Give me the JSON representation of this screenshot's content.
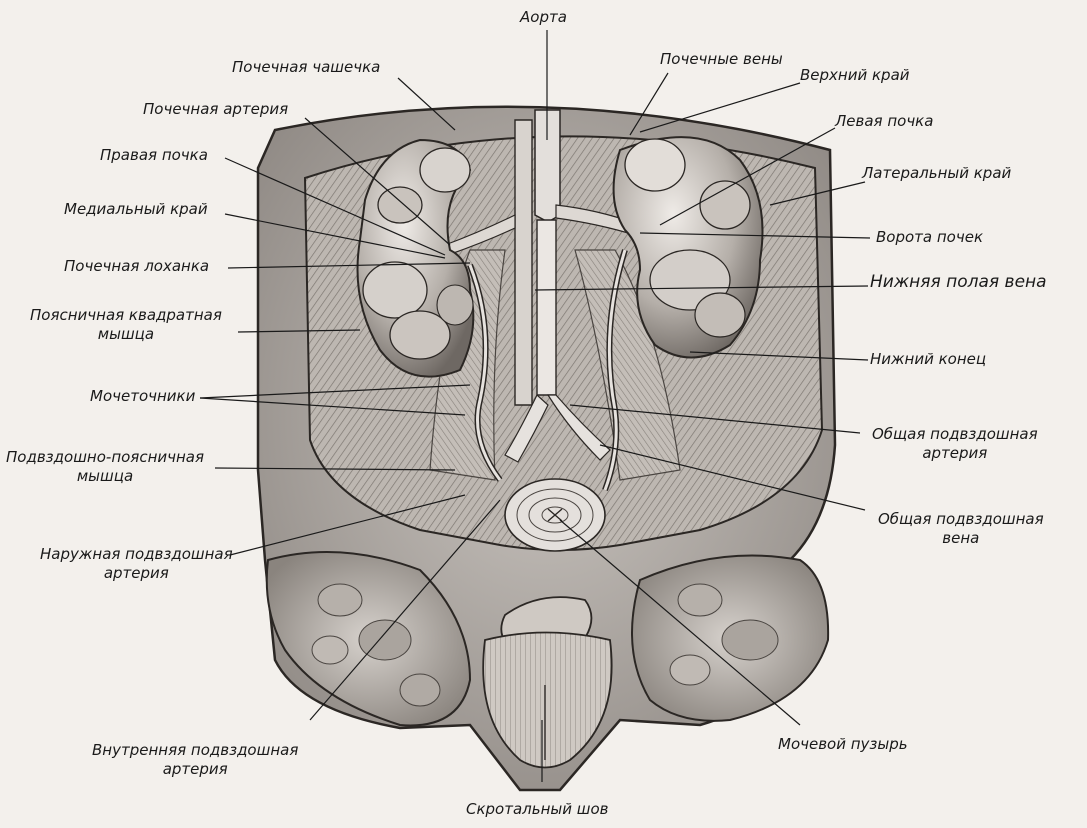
{
  "labels": {
    "aorta": "Аорта",
    "renal_calyx": "Почечная чашечка",
    "renal_veins": "Почечные вены",
    "upper_edge": "Верхний край",
    "renal_artery": "Почечная артерия",
    "left_kidney": "Левая почка",
    "right_kidney": "Правая почка",
    "lateral_edge": "Латеральный край",
    "medial_edge": "Медиальный край",
    "renal_hilum": "Ворота почек",
    "renal_pelvis": "Почечная лоханка",
    "inferior_vena_cava": "Нижняя полая вена",
    "quadratus_lumborum_1": "Поясничная квадратная",
    "quadratus_lumborum_2": "мышца",
    "lower_end": "Нижний конец",
    "ureters": "Мочеточники",
    "common_iliac_artery_1": "Общая подвздошная",
    "common_iliac_artery_2": "артерия",
    "iliopsoas_1": "Подвздошно-поясничная",
    "iliopsoas_2": "мышца",
    "common_iliac_vein_1": "Общая подвздошная",
    "common_iliac_vein_2": "вена",
    "external_iliac_artery_1": "Наружная подвздошная",
    "external_iliac_artery_2": "артерия",
    "internal_iliac_artery_1": "Внутренняя подвздошная",
    "internal_iliac_artery_2": "артерия",
    "bladder": "Мочевой пузырь",
    "scrotal_seam": "Скротальный шов"
  },
  "colors": {
    "ink": "#1a1a1a",
    "paper": "#f3f0ec",
    "tissue_light": "#d9d4cf",
    "tissue_mid": "#a8a29c",
    "tissue_dark": "#6e6863"
  }
}
